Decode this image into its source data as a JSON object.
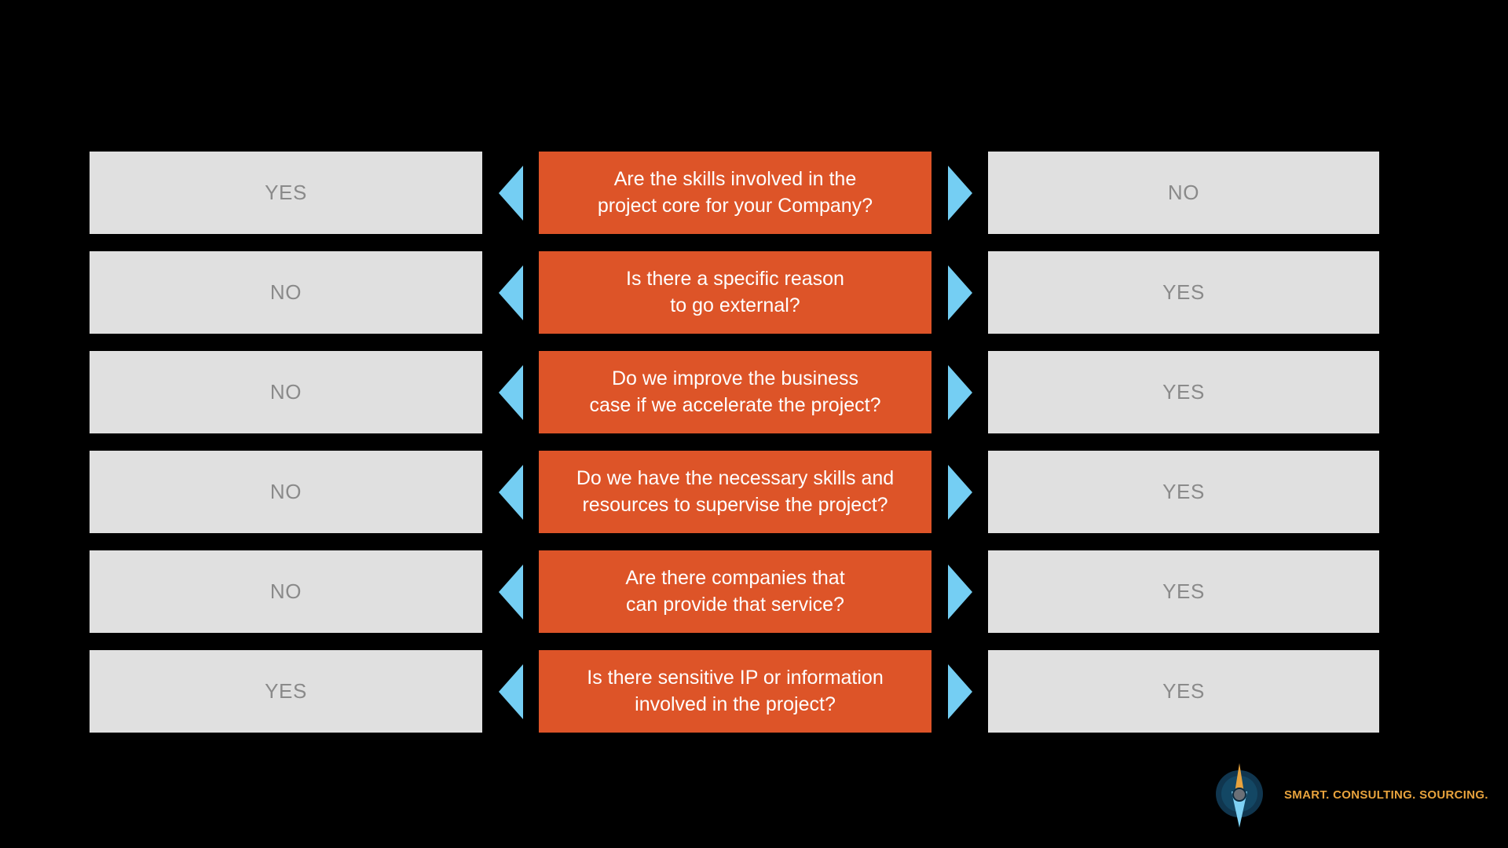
{
  "slide": {
    "background_color": "#000000",
    "accent_orange": "#dd5428",
    "accent_blue": "#74cef3",
    "answer_box_color": "#e0e0e0",
    "answer_text_color": "#8a8a8a",
    "question_text_color": "#ffffff"
  },
  "matrix": {
    "rows": [
      {
        "left_answer": "YES",
        "question": "Are the skills involved in the\nproject core for your Company?",
        "right_answer": "NO",
        "left_arrow": "arrow-left-icon",
        "right_arrow": "arrow-right-icon"
      },
      {
        "left_answer": "NO",
        "question": "Is there a specific reason\nto go external?",
        "right_answer": "YES",
        "left_arrow": "arrow-left-icon",
        "right_arrow": "arrow-right-icon"
      },
      {
        "left_answer": "NO",
        "question": "Do we improve the business\ncase if we accelerate the project?",
        "right_answer": "YES",
        "left_arrow": "arrow-left-icon",
        "right_arrow": "arrow-right-icon"
      },
      {
        "left_answer": "NO",
        "question": "Do we have the necessary skills and\nresources to supervise the project?",
        "right_answer": "YES",
        "left_arrow": "arrow-left-icon",
        "right_arrow": "arrow-right-icon"
      },
      {
        "left_answer": "NO",
        "question": "Are there companies that\ncan provide that service?",
        "right_answer": "YES",
        "left_arrow": "arrow-left-icon",
        "right_arrow": "arrow-right-icon"
      },
      {
        "left_answer": "YES",
        "question": "Is there sensitive IP or information\ninvolved in the project?",
        "right_answer": "YES",
        "left_arrow": "arrow-left-icon",
        "right_arrow": "arrow-right-icon"
      }
    ]
  },
  "logo": {
    "mark_name": "compass-needle-logo-icon",
    "tagline": "SMART. CONSULTING. SOURCING.",
    "tagline_color": "#e8a33d",
    "needle_north_color": "#e8a33d",
    "needle_south_color": "#7ed2f5",
    "disc_color": "#10364f"
  }
}
